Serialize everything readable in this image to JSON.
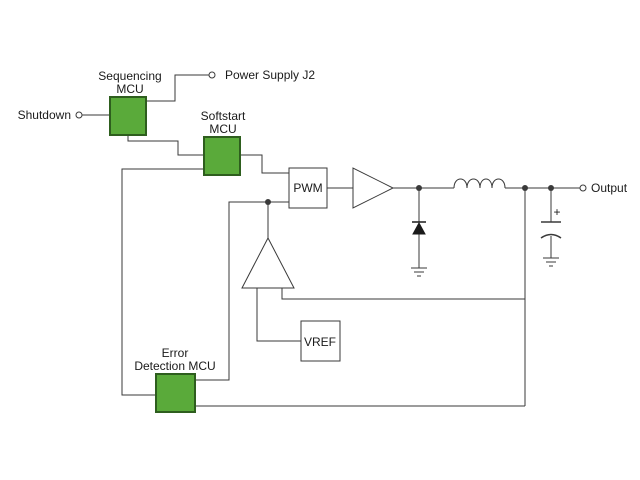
{
  "labels": {
    "shutdown": "Shutdown",
    "power_supply": "Power Supply J2",
    "output": "Output",
    "sequencing_line1": "Sequencing",
    "sequencing_line2": "MCU",
    "softstart_line1": "Softstart",
    "softstart_line2": "MCU",
    "error_line1": "Error",
    "error_line2": "Detection MCU",
    "pwm": "PWM",
    "vref": "VREF",
    "cap_polarity": "+"
  },
  "colors": {
    "mcu_fill": "#5aaa3a",
    "mcu_border": "#2e5e1e",
    "wire": "#3a3a3a"
  },
  "icons": {
    "diode": "diode-icon",
    "inductor": "inductor-icon",
    "capacitor": "capacitor-icon",
    "ground": "ground-icon",
    "buffer": "buffer-amp-icon",
    "error_amp": "error-amp-icon"
  }
}
